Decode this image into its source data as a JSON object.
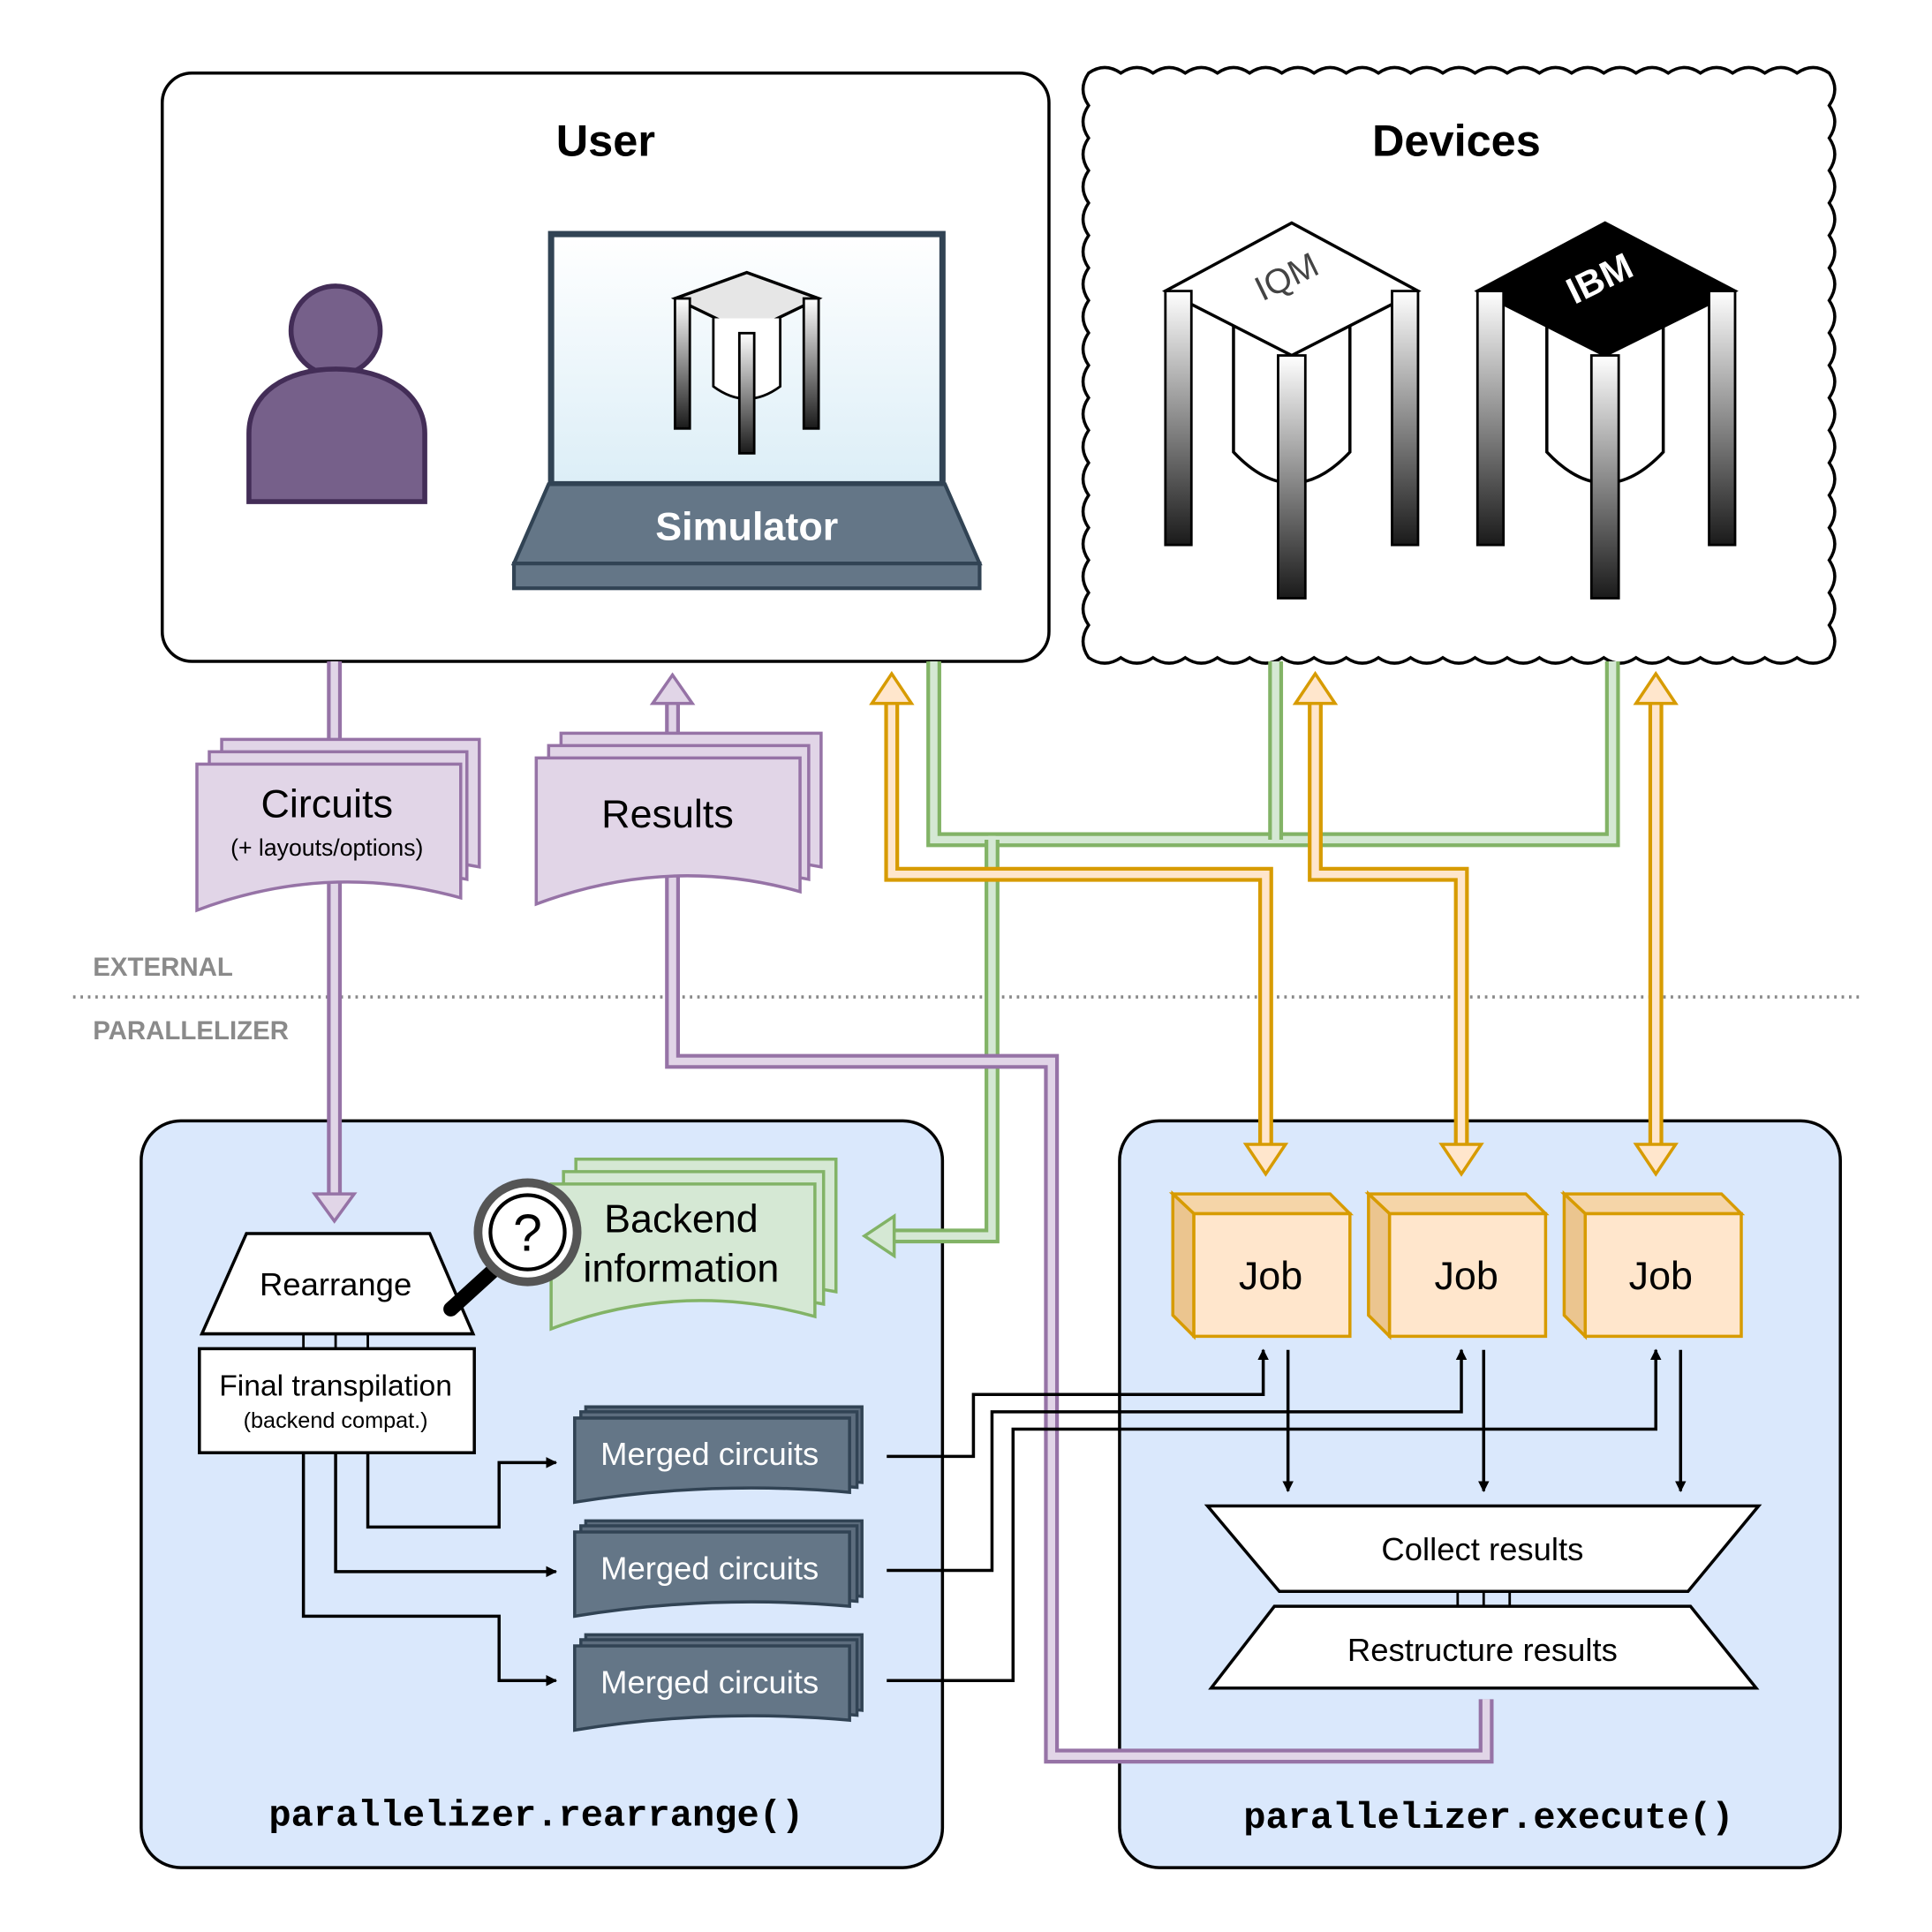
{
  "user": {
    "title": "User",
    "simulator_label": "Simulator"
  },
  "devices": {
    "title": "Devices",
    "iqm_logo": "IQM",
    "ibm_logo": "IBM"
  },
  "circuits": {
    "title": "Circuits",
    "subtitle": "(+ layouts/options)"
  },
  "results": {
    "title": "Results"
  },
  "zones": {
    "external": "EXTERNAL",
    "parallelizer": "PARALLELIZER"
  },
  "rearrange_panel": {
    "rearrange": "Rearrange",
    "final_transpilation": "Final transpilation",
    "final_transpilation_sub": "(backend compat.)",
    "backend_info_line1": "Backend",
    "backend_info_line2": "information",
    "merged": [
      "Merged circuits",
      "Merged circuits",
      "Merged circuits"
    ],
    "footer": "parallelizer.rearrange()"
  },
  "execute_panel": {
    "jobs": [
      "Job",
      "Job",
      "Job"
    ],
    "collect": "Collect results",
    "restructure": "Restructure results",
    "footer": "parallelizer.execute()"
  },
  "icons": [
    "person-icon",
    "laptop-icon",
    "qpu-icon",
    "magnifier-question-icon"
  ],
  "colors": {
    "purple": "#9673a6",
    "purple_fill": "#e1d5e7",
    "person": "#76608a",
    "green": "#82b366",
    "green_fill": "#d5e8d4",
    "orange": "#d79b00",
    "orange_fill": "#ffe6cc",
    "panel": "#dae8fc",
    "slate": "#647687"
  }
}
